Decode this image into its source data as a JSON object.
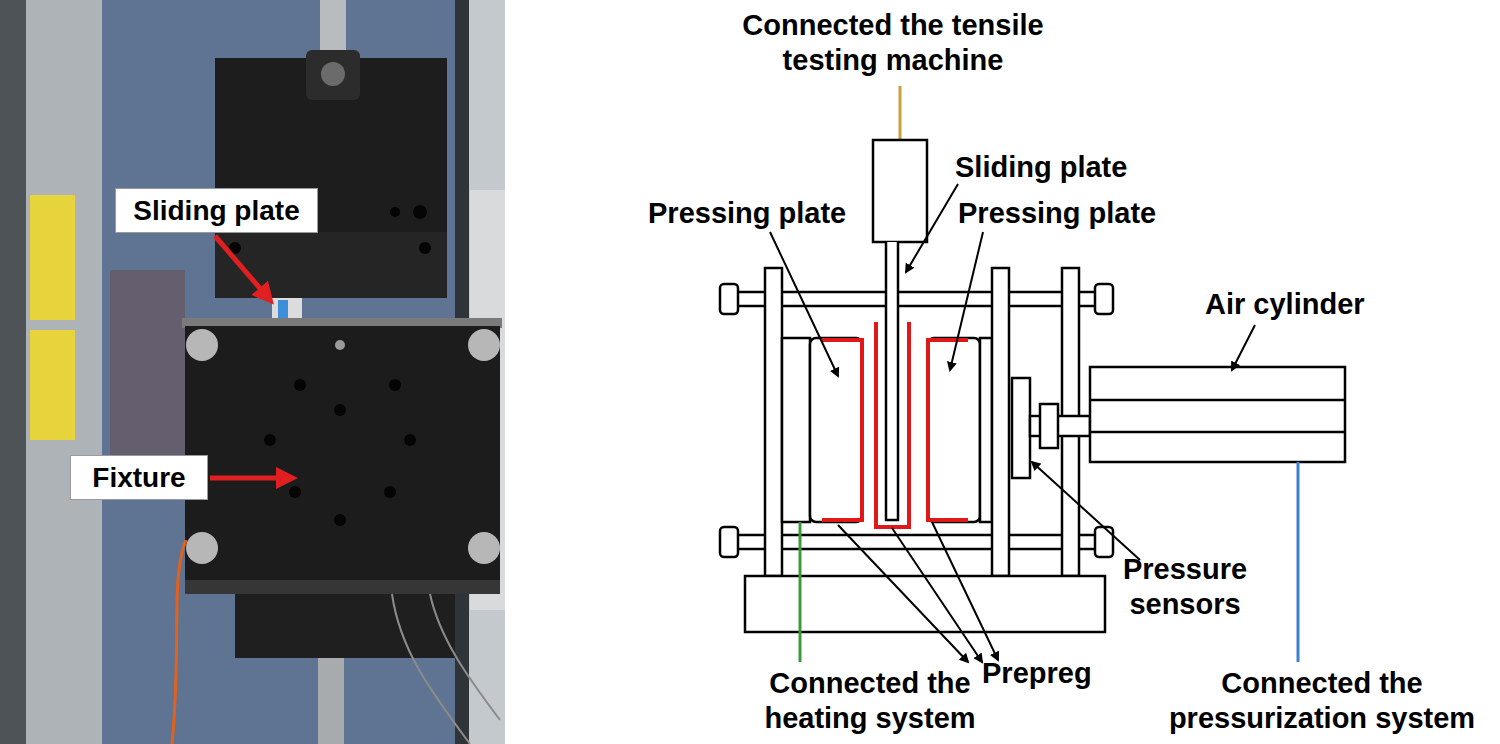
{
  "diagram": {
    "nodes": [
      {
        "text": [
          "Sliding plate"
        ]
      },
      {
        "text": [
          "Fixture"
        ]
      }
    ],
    "labels": [
      "Connected the tensile testing machine",
      "Sliding plate",
      "Pressing plate",
      "Pressing plate",
      "Air cylinder",
      "Pressure sensors",
      "Prepreg",
      "Connected the heating system",
      "Connected the pressurization system"
    ]
  }
}
